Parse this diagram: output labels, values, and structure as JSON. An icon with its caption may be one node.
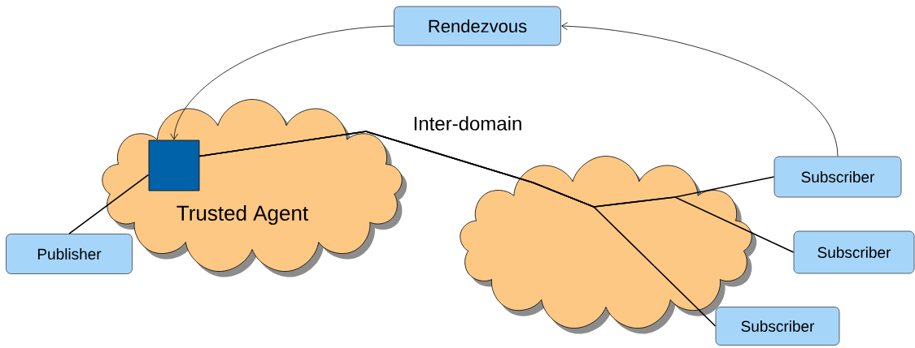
{
  "diagram": {
    "nodes": [
      {
        "text": [
          "Rendezvous"
        ]
      },
      {
        "text": [],
        "shape": "box",
        "beside": [
          "Trusted Agent"
        ]
      },
      {
        "text": [
          "Publisher"
        ]
      },
      {
        "text": [
          "Subscriber"
        ]
      },
      {
        "text": [
          "Subscriber"
        ]
      },
      {
        "text": [
          "Subscriber"
        ]
      }
    ],
    "edges": [
      {
        "from": 0,
        "to": 1,
        "arrow": "to"
      },
      {
        "from": 3,
        "to": 0,
        "arrow": "to"
      },
      {
        "from": 2,
        "to": 1,
        "arrow": "none"
      },
      {
        "from": 1,
        "to": 3,
        "arrow": "none"
      },
      {
        "from": 1,
        "to": 4,
        "arrow": "none"
      },
      {
        "from": 1,
        "to": 5,
        "arrow": "none"
      }
    ],
    "labels": [
      "Inter-domain"
    ]
  }
}
